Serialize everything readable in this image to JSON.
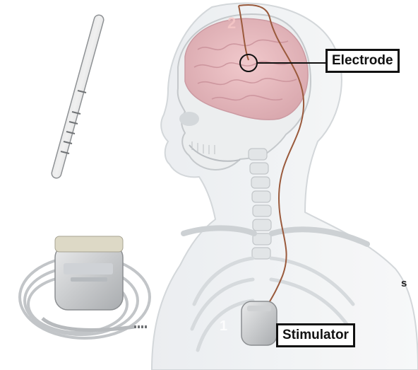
{
  "labels": {
    "electrode": "Electrode",
    "stimulator": "Stimulator",
    "stray_letter": "s"
  },
  "markers": {
    "implant_site": "1",
    "brain_site": "2"
  },
  "colors": {
    "lead_wire": "#9a5a3c",
    "brain": "#e8b7bd",
    "body_outline": "#c9cdd1",
    "bone": "#e6e8ea",
    "device_metal": "#c7c9cc"
  },
  "icons": [
    "electrode-lead-icon",
    "pulse-generator-icon"
  ]
}
